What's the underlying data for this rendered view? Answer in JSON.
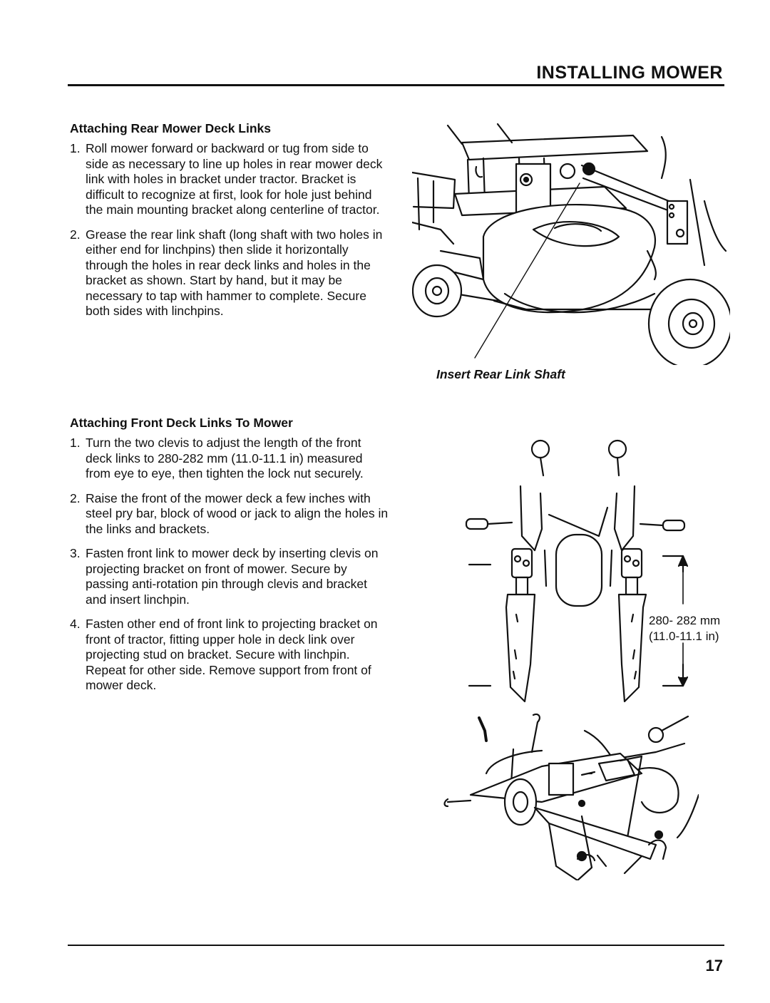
{
  "header": {
    "title": "INSTALLING MOWER"
  },
  "rear_section": {
    "heading": "Attaching Rear Mower Deck Links",
    "steps": [
      {
        "num": "1.",
        "text": "Roll mower forward or backward or tug from side to side as necessary to line up holes in rear mower deck link with holes in bracket under tractor. Bracket is difficult to recognize at first, look for hole just behind the main mounting bracket along centerline of tractor."
      },
      {
        "num": "2.",
        "text": "Grease the rear link shaft (long shaft with two holes in either end for linchpins) then slide it horizontally through the holes in rear deck links and holes in the bracket as shown. Start by hand, but it may be necessary to tap with hammer to complete. Secure both sides with linchpins."
      }
    ],
    "figure_caption": "Insert Rear Link Shaft"
  },
  "front_section": {
    "heading": "Attaching Front Deck Links To Mower",
    "steps": [
      {
        "num": "1.",
        "text": "Turn the two clevis to adjust the length of the front deck links to 280-282 mm (11.0-11.1 in) measured from eye to eye, then tighten the lock nut securely."
      },
      {
        "num": "2.",
        "text": "Raise the front of the mower deck a few inches with steel pry bar, block of wood or jack to align the holes in the links and brackets."
      },
      {
        "num": "3.",
        "text": "Fasten front link to mower deck by inserting clevis on projecting bracket on front of mower. Secure by passing anti-rotation pin through clevis and bracket and insert linchpin."
      },
      {
        "num": "4.",
        "text": "Fasten other end of front link to projecting bracket on front of tractor, fitting upper hole in deck link over projecting stud on bracket. Secure with linchpin. Repeat for other side. Remove support from front of mower deck."
      }
    ],
    "dimension_mm": "280- 282 mm",
    "dimension_in": "(11.0-11.1 in)"
  },
  "footer": {
    "page_number": "17"
  }
}
